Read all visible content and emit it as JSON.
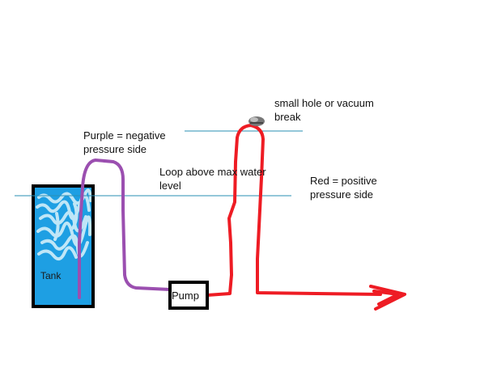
{
  "labels": {
    "hole_line1": "small hole or vacuum",
    "hole_line2": "break",
    "purple_line1": "Purple = negative",
    "purple_line2": "pressure side",
    "loop_line1": "Loop above max water",
    "loop_line2": "level",
    "red_line1": "Red = positive",
    "red_line2": "pressure  side",
    "tank": "Tank",
    "pump": "Pump"
  },
  "colors": {
    "water": "#1e9fe3",
    "water_light": "#bfe6f7",
    "outline": "#000000",
    "level_line": "#2a8fb3",
    "negative_pipe": "#9b4fb0",
    "positive_pipe": "#ee1c24",
    "vacuum_break": "#777777"
  }
}
